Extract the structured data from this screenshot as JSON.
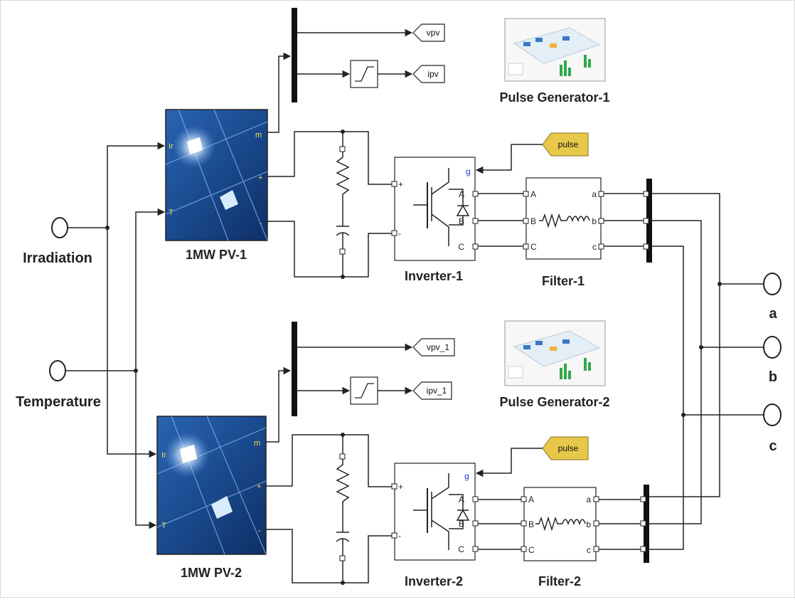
{
  "labels": {
    "irradiation": "Irradiation",
    "temperature": "Temperature",
    "pv1": "1MW PV-1",
    "pv2": "1MW PV-2",
    "inverter1": "Inverter-1",
    "inverter2": "Inverter-2",
    "filter1": "Filter-1",
    "filter2": "Filter-2",
    "pulsegen1": "Pulse Generator-1",
    "pulsegen2": "Pulse Generator-2",
    "out_a": "a",
    "out_b": "b",
    "out_c": "c"
  },
  "goto_tags": {
    "vpv": "vpv",
    "ipv": "ipv",
    "vpv_1": "vpv_1",
    "ipv_1": "ipv_1"
  },
  "from_tags": {
    "pulse1": "pulse",
    "pulse2": "pulse"
  },
  "pv_ports": {
    "ir": "Ir",
    "t": "T",
    "m": "m",
    "plus": "+",
    "minus": "-"
  },
  "inverter_ports": {
    "g": "g",
    "a": "A",
    "b": "B",
    "c": "C",
    "plus": "+",
    "minus": "-"
  },
  "filter_ports": {
    "in_a": "A",
    "in_b": "B",
    "in_c": "C",
    "out_a": "a",
    "out_b": "b",
    "out_c": "c"
  },
  "colors": {
    "pulse_tag": "#e8c84a",
    "pv_panel": "#1f4f8f",
    "pv_port_text": "#f4e04a",
    "inverter_g_port": "#1a3fd0"
  }
}
